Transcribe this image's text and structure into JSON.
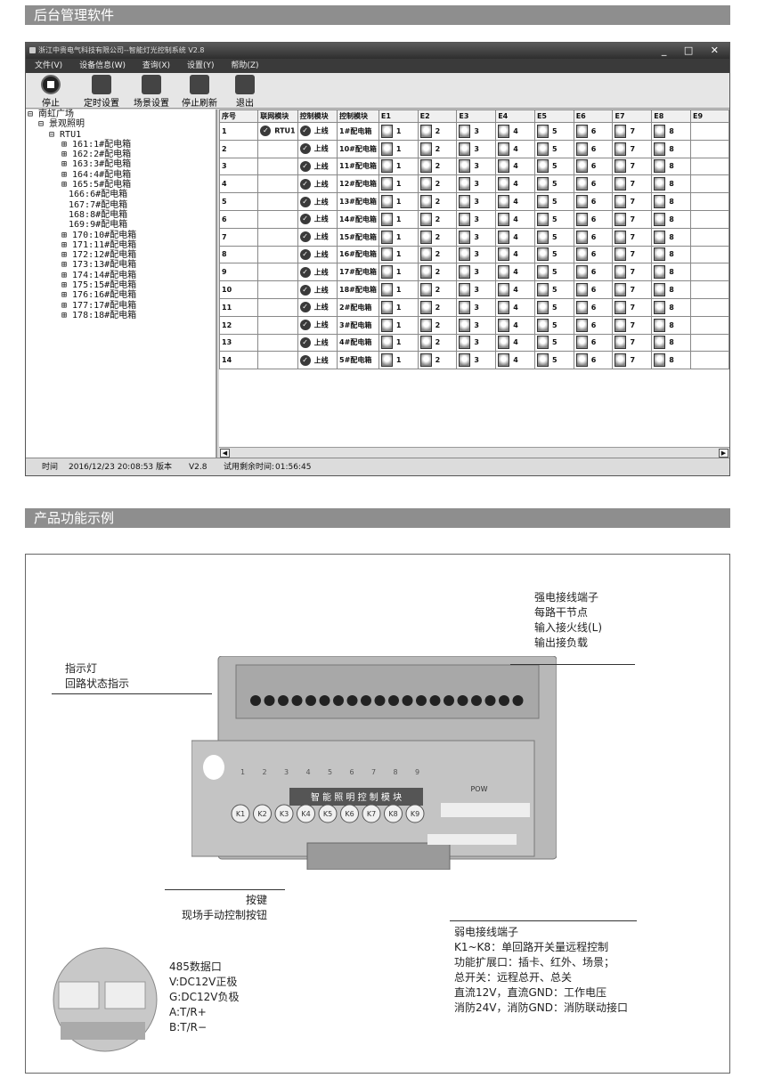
{
  "section1": {
    "title": "后台管理软件"
  },
  "section2": {
    "title": "产品功能示例"
  },
  "window": {
    "title": "浙江中贵电气科技有限公司--智能灯光控制系统 V2.8",
    "controls": "_ □ ✕"
  },
  "menu": [
    "文件(V)",
    "设备信息(W)",
    "查询(X)",
    "设置(Y)",
    "帮助(Z)"
  ],
  "toolbar": [
    "停止",
    "定时设置",
    "场景设置",
    "停止刷新",
    "退出"
  ],
  "tree": {
    "root": "⊟ 南虹广场",
    "group": "⊟ 景观照明",
    "rtu": "⊟ RTU1",
    "items": [
      "⊞ 161:1#配电箱",
      "⊞ 162:2#配电箱",
      "⊞ 163:3#配电箱",
      "⊞ 164:4#配电箱",
      "⊞ 165:5#配电箱",
      "166:6#配电箱",
      "167:7#配电箱",
      "168:8#配电箱",
      "169:9#配电箱",
      "⊞ 170:10#配电箱",
      "⊞ 171:11#配电箱",
      "⊞ 172:12#配电箱",
      "⊞ 173:13#配电箱",
      "⊞ 174:14#配电箱",
      "⊞ 175:15#配电箱",
      "⊞ 176:16#配电箱",
      "⊞ 177:17#配电箱",
      "⊞ 178:18#配电箱"
    ]
  },
  "grid": {
    "headers": [
      "序号",
      "联网模块",
      "控制模块",
      "控制模块",
      "E1",
      "E2",
      "E3",
      "E4",
      "E5",
      "E6",
      "E7",
      "E8",
      "E9"
    ],
    "net_module": "RTU1",
    "status": "上线",
    "lamp_numbers": [
      "1",
      "2",
      "3",
      "4",
      "5",
      "6",
      "7",
      "8"
    ],
    "rows": [
      {
        "seq": "1",
        "box": "1#配电箱"
      },
      {
        "seq": "2",
        "box": "10#配电箱"
      },
      {
        "seq": "3",
        "box": "11#配电箱"
      },
      {
        "seq": "4",
        "box": "12#配电箱"
      },
      {
        "seq": "5",
        "box": "13#配电箱"
      },
      {
        "seq": "6",
        "box": "14#配电箱"
      },
      {
        "seq": "7",
        "box": "15#配电箱"
      },
      {
        "seq": "8",
        "box": "16#配电箱"
      },
      {
        "seq": "9",
        "box": "17#配电箱"
      },
      {
        "seq": "10",
        "box": "18#配电箱"
      },
      {
        "seq": "11",
        "box": "2#配电箱"
      },
      {
        "seq": "12",
        "box": "3#配电箱"
      },
      {
        "seq": "13",
        "box": "4#配电箱"
      },
      {
        "seq": "14",
        "box": "5#配电箱"
      }
    ]
  },
  "statusbar": {
    "time_label": "时间",
    "time_value": "2016/12/23 20:08:53",
    "version_label": "版本",
    "version_value": "V2.8",
    "trial_label": "试用剩余时间:",
    "trial_value": "01:56:45"
  },
  "diagram": {
    "power_terminal": [
      "强电接线端子",
      "每路干节点",
      "输入接火线(L)",
      "输出接负载"
    ],
    "indicator": [
      "指示灯",
      "回路状态指示"
    ],
    "keys": [
      "按键",
      "现场手动控制按钮"
    ],
    "weak_terminal": [
      "弱电接线端子",
      "K1~K8：单回路开关量远程控制",
      "功能扩展口：插卡、红外、场景；",
      "总开关：远程总开、总关",
      "直流12V，直流GND：工作电压",
      "消防24V，消防GND：消防联动接口"
    ],
    "port485": [
      "485数据口",
      "V:DC12V正极",
      "G:DC12V负极",
      "A:T/R+",
      "B:T/R−"
    ],
    "module_text": "智 能 照 明 控 制 模 块",
    "pow_label": "POW",
    "led_numbers": [
      "1",
      "2",
      "3",
      "4",
      "5",
      "6",
      "7",
      "8",
      "9"
    ],
    "key_labels": [
      "K1",
      "K2",
      "K3",
      "K4",
      "K5",
      "K6",
      "K7",
      "K8",
      "K9"
    ]
  }
}
